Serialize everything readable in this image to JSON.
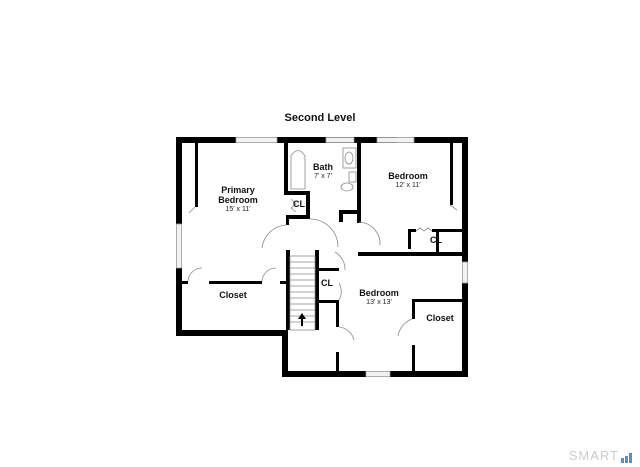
{
  "floor_plan": {
    "title": "Second Level",
    "rooms": [
      {
        "name": "Primary Bedroom",
        "line1": "Primary",
        "line2": "Bedroom",
        "dimensions": "15' x 11'"
      },
      {
        "name": "Bath",
        "dimensions": "7' x 7'"
      },
      {
        "name": "Bedroom",
        "dimensions": "12' x 11'"
      },
      {
        "name": "CL"
      },
      {
        "name": "CL"
      },
      {
        "name": "Closet"
      },
      {
        "name": "CL"
      },
      {
        "name": "Bedroom",
        "dimensions": "13' x 13'"
      },
      {
        "name": "Closet"
      }
    ],
    "stairs_direction": "up"
  },
  "watermark": {
    "text": "SMART",
    "accent_color": "#5a8fc2"
  },
  "colors": {
    "wall": "#000000",
    "window": "#d9d9d9",
    "door": "#9a9a9a"
  }
}
